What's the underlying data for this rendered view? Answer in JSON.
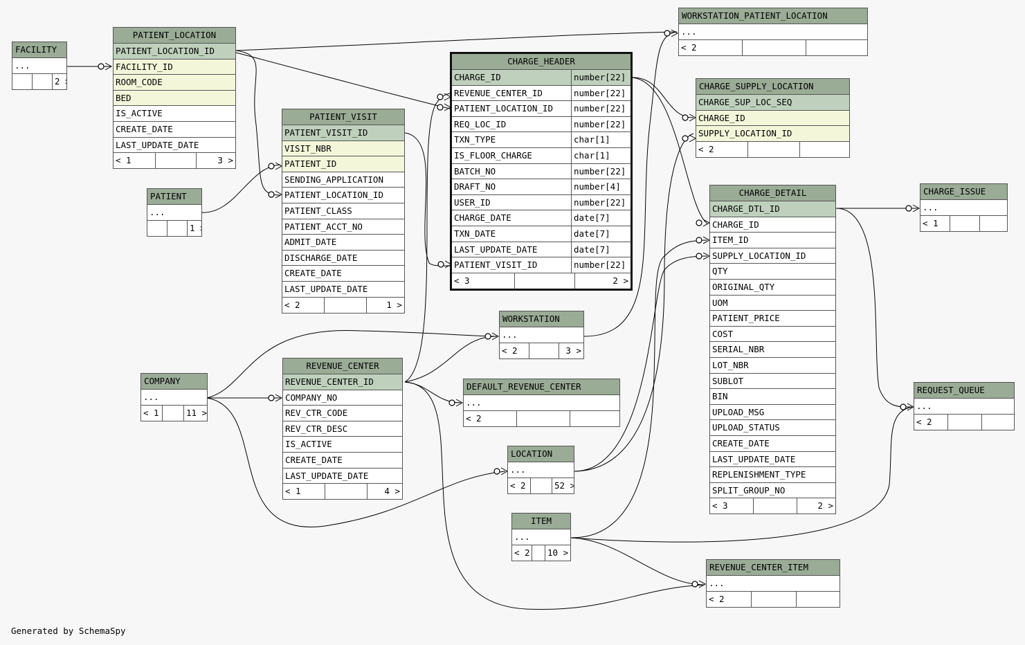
{
  "tables": {
    "facility": {
      "name": "FACILITY",
      "ellipsis": "...",
      "foot": [
        "",
        "",
        "2 >"
      ]
    },
    "patient_location": {
      "name": "PATIENT_LOCATION",
      "columns": [
        {
          "name": "PATIENT_LOCATION_ID",
          "kind": "pk"
        },
        {
          "name": "FACILITY_ID",
          "kind": "fk"
        },
        {
          "name": "ROOM_CODE",
          "kind": "fk"
        },
        {
          "name": "BED",
          "kind": "fk"
        },
        {
          "name": "IS_ACTIVE",
          "kind": ""
        },
        {
          "name": "CREATE_DATE",
          "kind": ""
        },
        {
          "name": "LAST_UPDATE_DATE",
          "kind": ""
        }
      ],
      "foot": [
        "< 1",
        "",
        "3 >"
      ]
    },
    "patient": {
      "name": "PATIENT",
      "ellipsis": "...",
      "foot": [
        "",
        "",
        "1 >"
      ]
    },
    "patient_visit": {
      "name": "PATIENT_VISIT",
      "columns": [
        {
          "name": "PATIENT_VISIT_ID",
          "kind": "pk"
        },
        {
          "name": "VISIT_NBR",
          "kind": "fk"
        },
        {
          "name": "PATIENT_ID",
          "kind": "fk"
        },
        {
          "name": "SENDING_APPLICATION",
          "kind": ""
        },
        {
          "name": "PATIENT_LOCATION_ID",
          "kind": ""
        },
        {
          "name": "PATIENT_CLASS",
          "kind": ""
        },
        {
          "name": "PATIENT_ACCT_NO",
          "kind": ""
        },
        {
          "name": "ADMIT_DATE",
          "kind": ""
        },
        {
          "name": "DISCHARGE_DATE",
          "kind": ""
        },
        {
          "name": "CREATE_DATE",
          "kind": ""
        },
        {
          "name": "LAST_UPDATE_DATE",
          "kind": ""
        }
      ],
      "foot": [
        "< 2",
        "",
        "1 >"
      ]
    },
    "charge_header": {
      "name": "CHARGE_HEADER",
      "columns": [
        {
          "name": "CHARGE_ID",
          "type": "number[22]",
          "kind": "pk"
        },
        {
          "name": "REVENUE_CENTER_ID",
          "type": "number[22]",
          "kind": ""
        },
        {
          "name": "PATIENT_LOCATION_ID",
          "type": "number[22]",
          "kind": ""
        },
        {
          "name": "REQ_LOC_ID",
          "type": "number[22]",
          "kind": ""
        },
        {
          "name": "TXN_TYPE",
          "type": "char[1]",
          "kind": ""
        },
        {
          "name": "IS_FLOOR_CHARGE",
          "type": "char[1]",
          "kind": ""
        },
        {
          "name": "BATCH_NO",
          "type": "number[22]",
          "kind": ""
        },
        {
          "name": "DRAFT_NO",
          "type": "number[4]",
          "kind": ""
        },
        {
          "name": "USER_ID",
          "type": "number[22]",
          "kind": ""
        },
        {
          "name": "CHARGE_DATE",
          "type": "date[7]",
          "kind": ""
        },
        {
          "name": "TXN_DATE",
          "type": "date[7]",
          "kind": ""
        },
        {
          "name": "LAST_UPDATE_DATE",
          "type": "date[7]",
          "kind": ""
        },
        {
          "name": "PATIENT_VISIT_ID",
          "type": "number[22]",
          "kind": ""
        }
      ],
      "foot": [
        "< 3",
        "",
        "2 >"
      ]
    },
    "workstation_patient_location": {
      "name": "WORKSTATION_PATIENT_LOCATION",
      "ellipsis": "...",
      "foot": [
        "< 2",
        "",
        ""
      ]
    },
    "charge_supply_location": {
      "name": "CHARGE_SUPPLY_LOCATION",
      "columns": [
        {
          "name": "CHARGE_SUP_LOC_SEQ",
          "kind": "pk"
        },
        {
          "name": "CHARGE_ID",
          "kind": "fk"
        },
        {
          "name": "SUPPLY_LOCATION_ID",
          "kind": "fk"
        }
      ],
      "foot": [
        "< 2",
        "",
        ""
      ]
    },
    "charge_detail": {
      "name": "CHARGE_DETAIL",
      "columns": [
        {
          "name": "CHARGE_DTL_ID",
          "kind": "pk"
        },
        {
          "name": "CHARGE_ID",
          "kind": ""
        },
        {
          "name": "ITEM_ID",
          "kind": ""
        },
        {
          "name": "SUPPLY_LOCATION_ID",
          "kind": ""
        },
        {
          "name": "QTY",
          "kind": ""
        },
        {
          "name": "ORIGINAL_QTY",
          "kind": ""
        },
        {
          "name": "UOM",
          "kind": ""
        },
        {
          "name": "PATIENT_PRICE",
          "kind": ""
        },
        {
          "name": "COST",
          "kind": ""
        },
        {
          "name": "SERIAL_NBR",
          "kind": ""
        },
        {
          "name": "LOT_NBR",
          "kind": ""
        },
        {
          "name": "SUBLOT",
          "kind": ""
        },
        {
          "name": "BIN",
          "kind": ""
        },
        {
          "name": "UPLOAD_MSG",
          "kind": ""
        },
        {
          "name": "UPLOAD_STATUS",
          "kind": ""
        },
        {
          "name": "CREATE_DATE",
          "kind": ""
        },
        {
          "name": "LAST_UPDATE_DATE",
          "kind": ""
        },
        {
          "name": "REPLENISHMENT_TYPE",
          "kind": ""
        },
        {
          "name": "SPLIT_GROUP_NO",
          "kind": ""
        }
      ],
      "foot": [
        "< 3",
        "",
        "2 >"
      ]
    },
    "charge_issue": {
      "name": "CHARGE_ISSUE",
      "ellipsis": "...",
      "foot": [
        "< 1",
        "",
        ""
      ]
    },
    "workstation": {
      "name": "WORKSTATION",
      "ellipsis": "...",
      "foot": [
        "< 2",
        "",
        "3 >"
      ]
    },
    "company": {
      "name": "COMPANY",
      "ellipsis": "...",
      "foot": [
        "< 1",
        "",
        "11 >"
      ]
    },
    "revenue_center": {
      "name": "REVENUE_CENTER",
      "columns": [
        {
          "name": "REVENUE_CENTER_ID",
          "kind": "pk"
        },
        {
          "name": "COMPANY_NO",
          "kind": ""
        },
        {
          "name": "REV_CTR_CODE",
          "kind": ""
        },
        {
          "name": "REV_CTR_DESC",
          "kind": ""
        },
        {
          "name": "IS_ACTIVE",
          "kind": ""
        },
        {
          "name": "CREATE_DATE",
          "kind": ""
        },
        {
          "name": "LAST_UPDATE_DATE",
          "kind": ""
        }
      ],
      "foot": [
        "< 1",
        "",
        "4 >"
      ]
    },
    "default_revenue_center": {
      "name": "DEFAULT_REVENUE_CENTER",
      "ellipsis": "...",
      "foot": [
        "< 2",
        "",
        ""
      ]
    },
    "location": {
      "name": "LOCATION",
      "ellipsis": "...",
      "foot": [
        "< 2",
        "",
        "52 >"
      ]
    },
    "request_queue": {
      "name": "REQUEST_QUEUE",
      "ellipsis": "...",
      "foot": [
        "< 2",
        "",
        ""
      ]
    },
    "item": {
      "name": "ITEM",
      "ellipsis": "...",
      "foot": [
        "< 2",
        "",
        "10 >"
      ]
    },
    "revenue_center_item": {
      "name": "REVENUE_CENTER_ITEM",
      "ellipsis": "...",
      "foot": [
        "< 2",
        "",
        ""
      ]
    }
  },
  "footer": {
    "generated_by": "Generated by SchemaSpy"
  }
}
